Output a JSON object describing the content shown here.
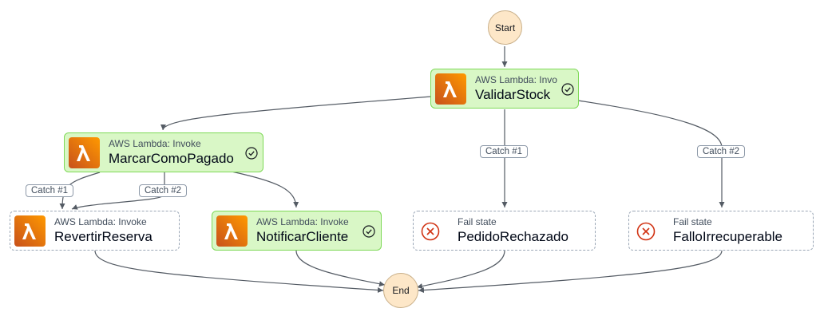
{
  "start_label": "Start",
  "end_label": "End",
  "states": {
    "validar": {
      "kind": "AWS Lambda: Invo",
      "name": "ValidarStock"
    },
    "marcar": {
      "kind": "AWS Lambda: Invoke",
      "name": "MarcarComoPagado"
    },
    "revertir": {
      "kind": "AWS Lambda: Invoke",
      "name": "RevertirReserva"
    },
    "notificar": {
      "kind": "AWS Lambda: Invoke",
      "name": "NotificarCliente"
    },
    "pedido": {
      "kind": "Fail state",
      "name": "PedidoRechazado"
    },
    "fallo": {
      "kind": "Fail state",
      "name": "FalloIrrecuperable"
    }
  },
  "edge_labels": {
    "marcar_catch1": "Catch #1",
    "marcar_catch2": "Catch #2",
    "validar_catch1": "Catch #1",
    "validar_catch2": "Catch #2"
  },
  "colors": {
    "success_fill": "#d9f7c6",
    "success_border": "#7ed957",
    "lambda_icon": "#e8711a",
    "fail_icon": "#d13212",
    "terminal_fill": "#fde7c8"
  }
}
